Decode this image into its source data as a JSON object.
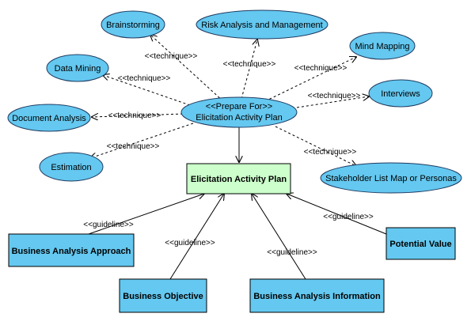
{
  "center_node": {
    "line1": "<<Prepare For>>",
    "line2": "Elicitation Activity Plan"
  },
  "output_node": "Elicitation Activity Plan",
  "techniques": [
    "Brainstorming",
    "Risk Analysis and Management",
    "Mind Mapping",
    "Data Mining",
    "Interviews",
    "Document Analysis",
    "Estimation",
    "Stakeholder List Map or Personas"
  ],
  "technique_label": "<<technique>>",
  "guideline_label": "<<guideline>>",
  "inputs": [
    "Business Analysis Approach",
    "Business Objective",
    "Business Analysis Information",
    "Potential Value"
  ]
}
